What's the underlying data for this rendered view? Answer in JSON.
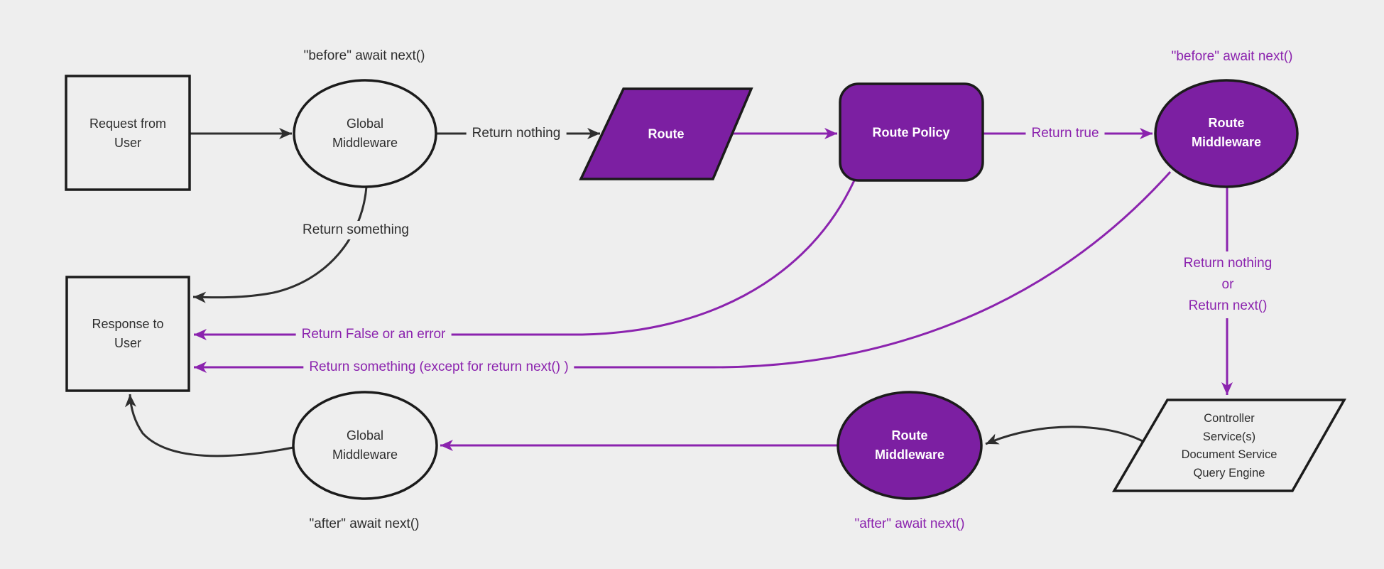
{
  "colors": {
    "bg": "#eeeeee",
    "purple_fill": "#7c1fa2",
    "purple_line": "#8b23ae",
    "black_line": "#2e2e2e",
    "ink": "#2d2d2d",
    "node_stroke": "#1b1b1b",
    "white_text": "#ffffff"
  },
  "nodes": {
    "request": {
      "line1": "Request from",
      "line2": "User"
    },
    "global_middleware_top": {
      "line1": "Global",
      "line2": "Middleware"
    },
    "route": {
      "label": "Route"
    },
    "route_policy": {
      "label": "Route Policy"
    },
    "route_middleware_top": {
      "line1": "Route",
      "line2": "Middleware"
    },
    "controller": {
      "line1": "Controller",
      "line2": "Service(s)",
      "line3": "Document Service",
      "line4": "Query Engine"
    },
    "route_middleware_bottom": {
      "line1": "Route",
      "line2": "Middleware"
    },
    "global_middleware_bottom": {
      "line1": "Global",
      "line2": "Middleware"
    },
    "response": {
      "line1": "Response to",
      "line2": "User"
    }
  },
  "labels": {
    "before_await_global": "\"before\" await next()",
    "before_await_route": "\"before\" await next()",
    "after_await_route": "\"after\" await next()",
    "after_await_global": "\"after\" await next()",
    "return_nothing": "Return nothing",
    "return_true": "Return true",
    "return_something": "Return something",
    "return_false_or_error": "Return False or an error",
    "return_something_except": "Return something (except for return next() )",
    "return_nothing_or": {
      "line1": "Return nothing",
      "line2": "or",
      "line3": "Return next()"
    }
  }
}
